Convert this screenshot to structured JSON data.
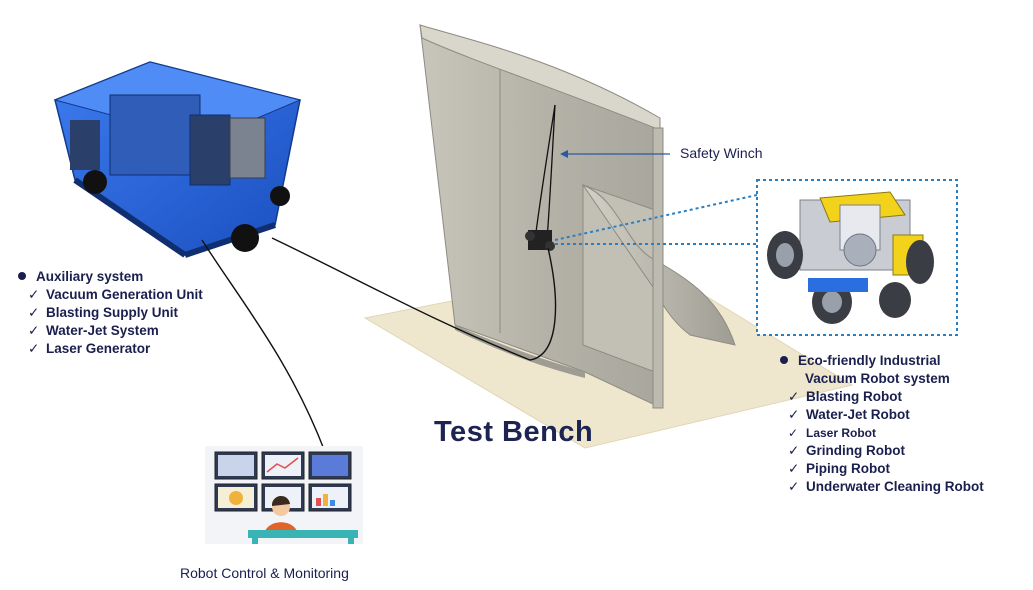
{
  "labels": {
    "safety_winch": "Safety Winch",
    "test_bench": "Test Bench",
    "robot_control": "Robot Control & Monitoring"
  },
  "auxiliary": {
    "heading": "Auxiliary system",
    "items": [
      "Vacuum Generation Unit",
      "Blasting Supply Unit",
      "Water-Jet System",
      "Laser Generator"
    ]
  },
  "robots": {
    "heading_line1": "Eco-friendly Industrial",
    "heading_line2": "Vacuum Robot system",
    "items": [
      "Blasting Robot",
      "Water-Jet Robot",
      "Laser Robot",
      "Grinding Robot",
      "Piping Robot",
      "Underwater Cleaning Robot"
    ]
  },
  "colors": {
    "text": "#1a1f4e",
    "machine_blue": "#1f5fd6",
    "callout_dash": "#2a7fc2",
    "robot_yellow": "#f2d21a"
  },
  "icons": [
    "check-icon",
    "bullet-icon",
    "operator-icon",
    "monitor-icon"
  ]
}
